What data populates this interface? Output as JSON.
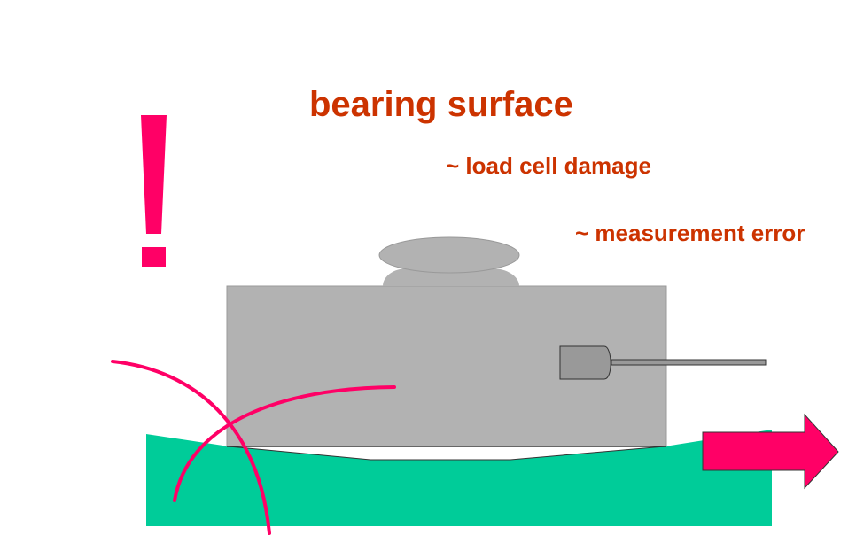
{
  "title": "bearing surface",
  "notes": [
    "~ load cell damage",
    "~ measurement error"
  ],
  "colors": {
    "text": "#cc3300",
    "warning": "#ff0066",
    "base": "#00cc99",
    "cell_body": "#b2b2b2",
    "connector": "#999999",
    "cable": "#999999"
  },
  "icons": {
    "warning": "exclamation-mark-icon",
    "direction": "right-arrow-icon"
  }
}
